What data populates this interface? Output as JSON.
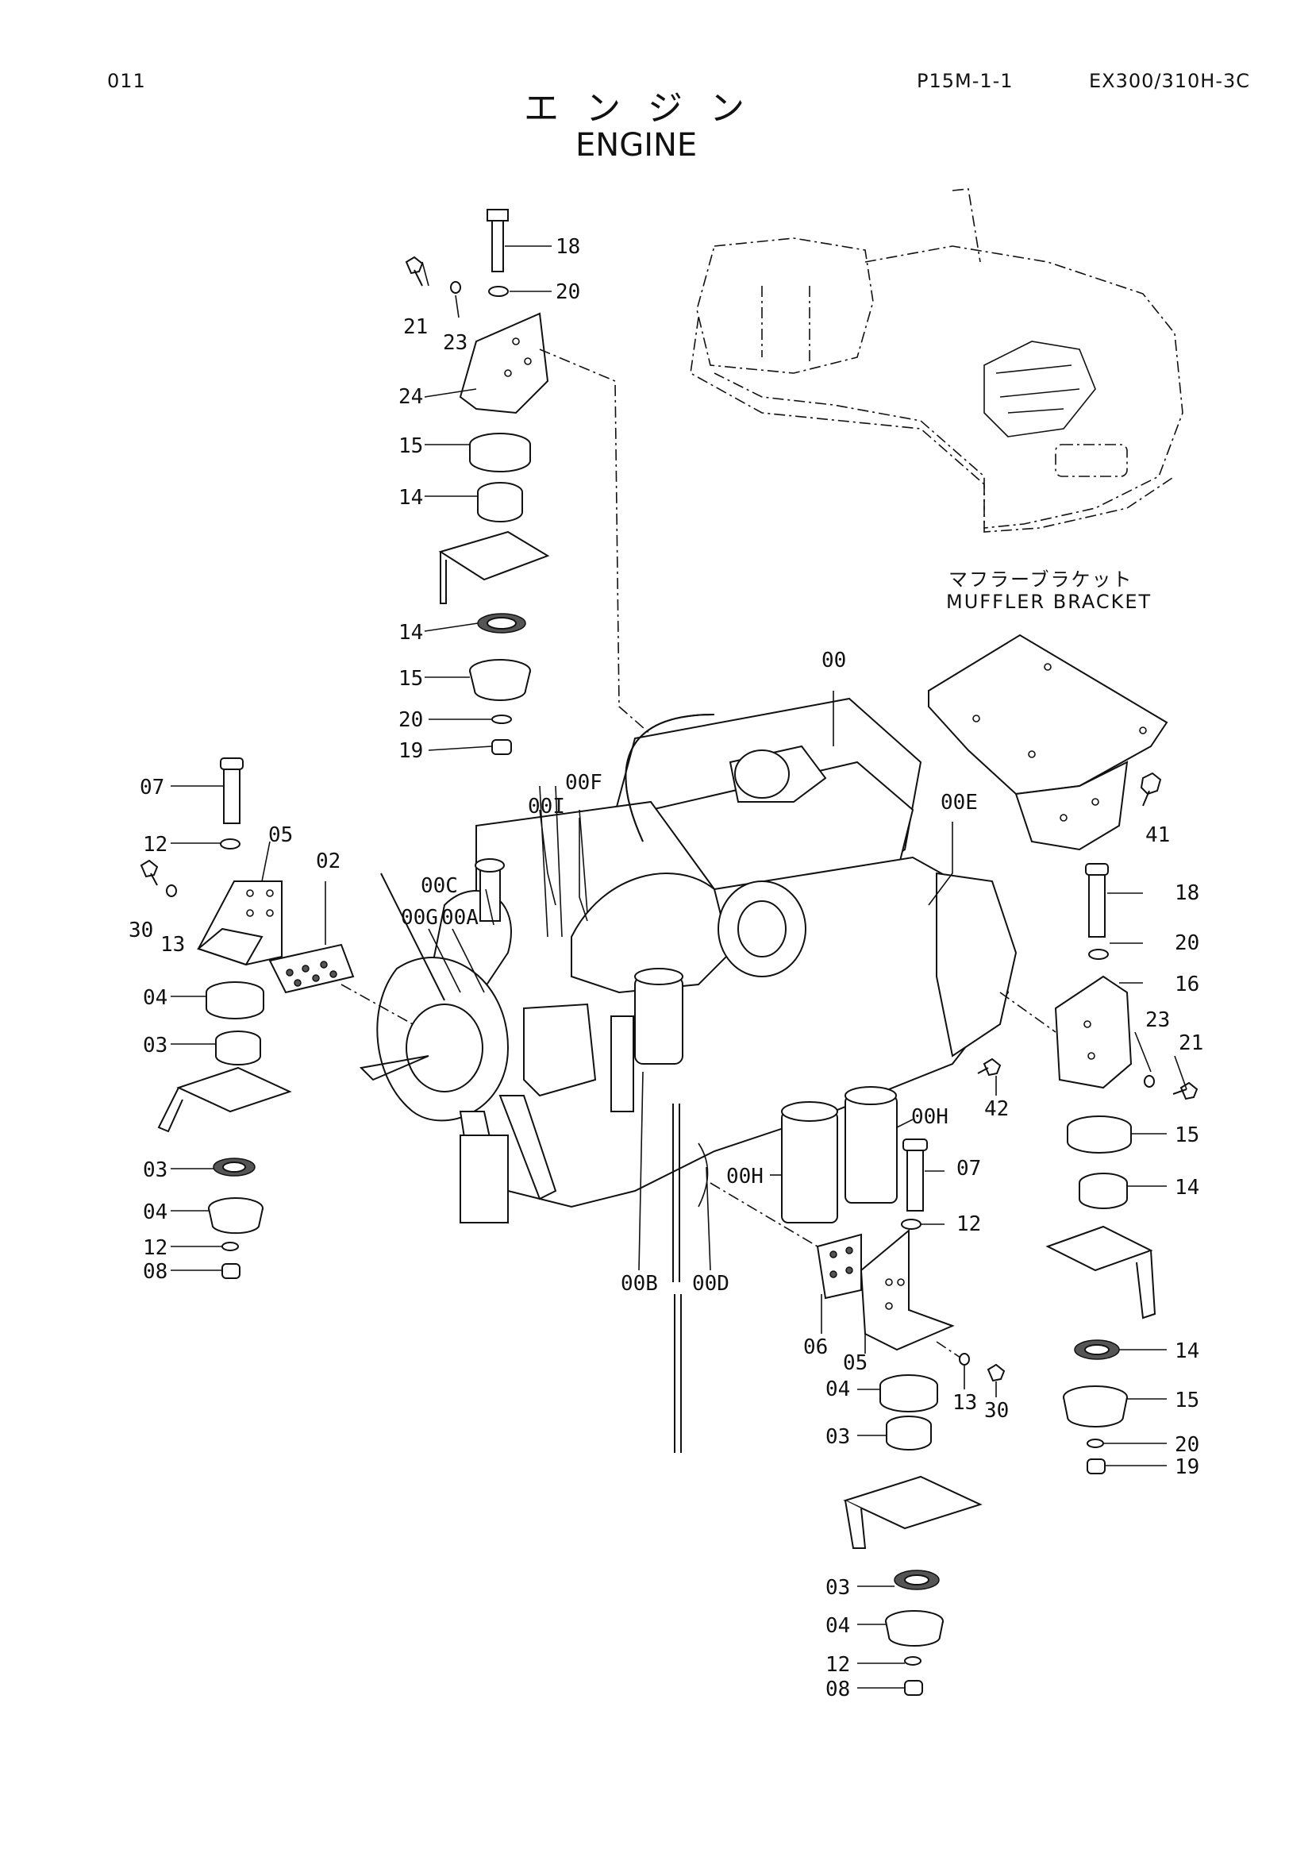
{
  "header": {
    "page_no": "011",
    "ref_code": "P15M-1-1",
    "model": "EX300/310H-3C"
  },
  "title": {
    "jp": "エンジン",
    "en": "ENGINE"
  },
  "assembly": {
    "jp": "マフラーブラケット",
    "en": "MUFFLER BRACKET"
  },
  "callouts": [
    "18",
    "20",
    "21",
    "23",
    "24",
    "15",
    "14",
    "14",
    "15",
    "20",
    "19",
    "07",
    "12",
    "05",
    "02",
    "30",
    "13",
    "04",
    "03",
    "03",
    "04",
    "12",
    "08",
    "00",
    "00F",
    "00I",
    "00C",
    "00G",
    "00A",
    "00E",
    "41",
    "18",
    "20",
    "16",
    "23",
    "21",
    "42",
    "00H",
    "00H",
    "07",
    "12",
    "00B",
    "00D",
    "06",
    "05",
    "04",
    "13",
    "30",
    "03",
    "03",
    "04",
    "12",
    "08",
    "15",
    "14",
    "14",
    "15",
    "20",
    "19"
  ]
}
